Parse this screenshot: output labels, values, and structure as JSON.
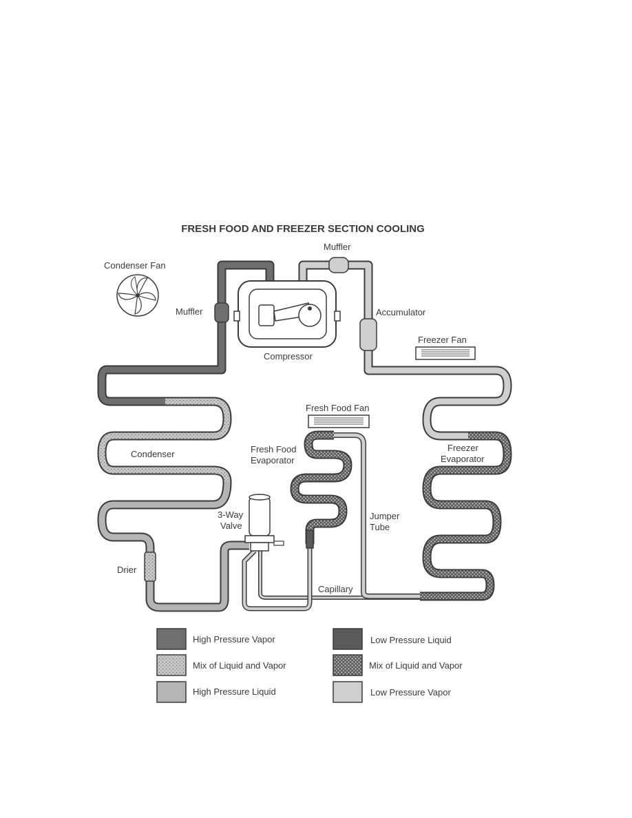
{
  "title": "FRESH FOOD AND FREEZER SECTION COOLING",
  "labels": {
    "muffler_top": "Muffler",
    "condenser_fan": "Condenser Fan",
    "muffler_left": "Muffler",
    "accumulator": "Accumulator",
    "freezer_fan": "Freezer Fan",
    "compressor": "Compressor",
    "fresh_food_fan": "Fresh Food Fan",
    "condenser": "Condenser",
    "fresh_food_evap_1": "Fresh Food",
    "fresh_food_evap_2": "Evaporator",
    "freezer_evap_1": "Freezer",
    "freezer_evap_2": "Evaporator",
    "three_way_1": "3-Way",
    "three_way_2": "Valve",
    "jumper_1": "Jumper",
    "jumper_2": "Tube",
    "drier": "Drier",
    "capillary": "Capillary"
  },
  "legend": [
    {
      "label": "High Pressure Vapor",
      "fill": "hp-vapor"
    },
    {
      "label": "Low Pressure Liquid",
      "fill": "lp-liquid"
    },
    {
      "label": "Mix of Liquid and Vapor",
      "fill": "hp-mix"
    },
    {
      "label": "Mix of Liquid and Vapor",
      "fill": "lp-mix"
    },
    {
      "label": "High Pressure Liquid",
      "fill": "hp-liquid"
    },
    {
      "label": "Low Pressure Vapor",
      "fill": "lp-vapor"
    }
  ],
  "colors": {
    "high_pressure_vapor": "#6e6e6e",
    "low_pressure_liquid": "#5a5a5a",
    "high_pressure_liquid": "#b4b4b4",
    "low_pressure_vapor": "#cfcfcf",
    "outline": "#3c3c3c"
  }
}
